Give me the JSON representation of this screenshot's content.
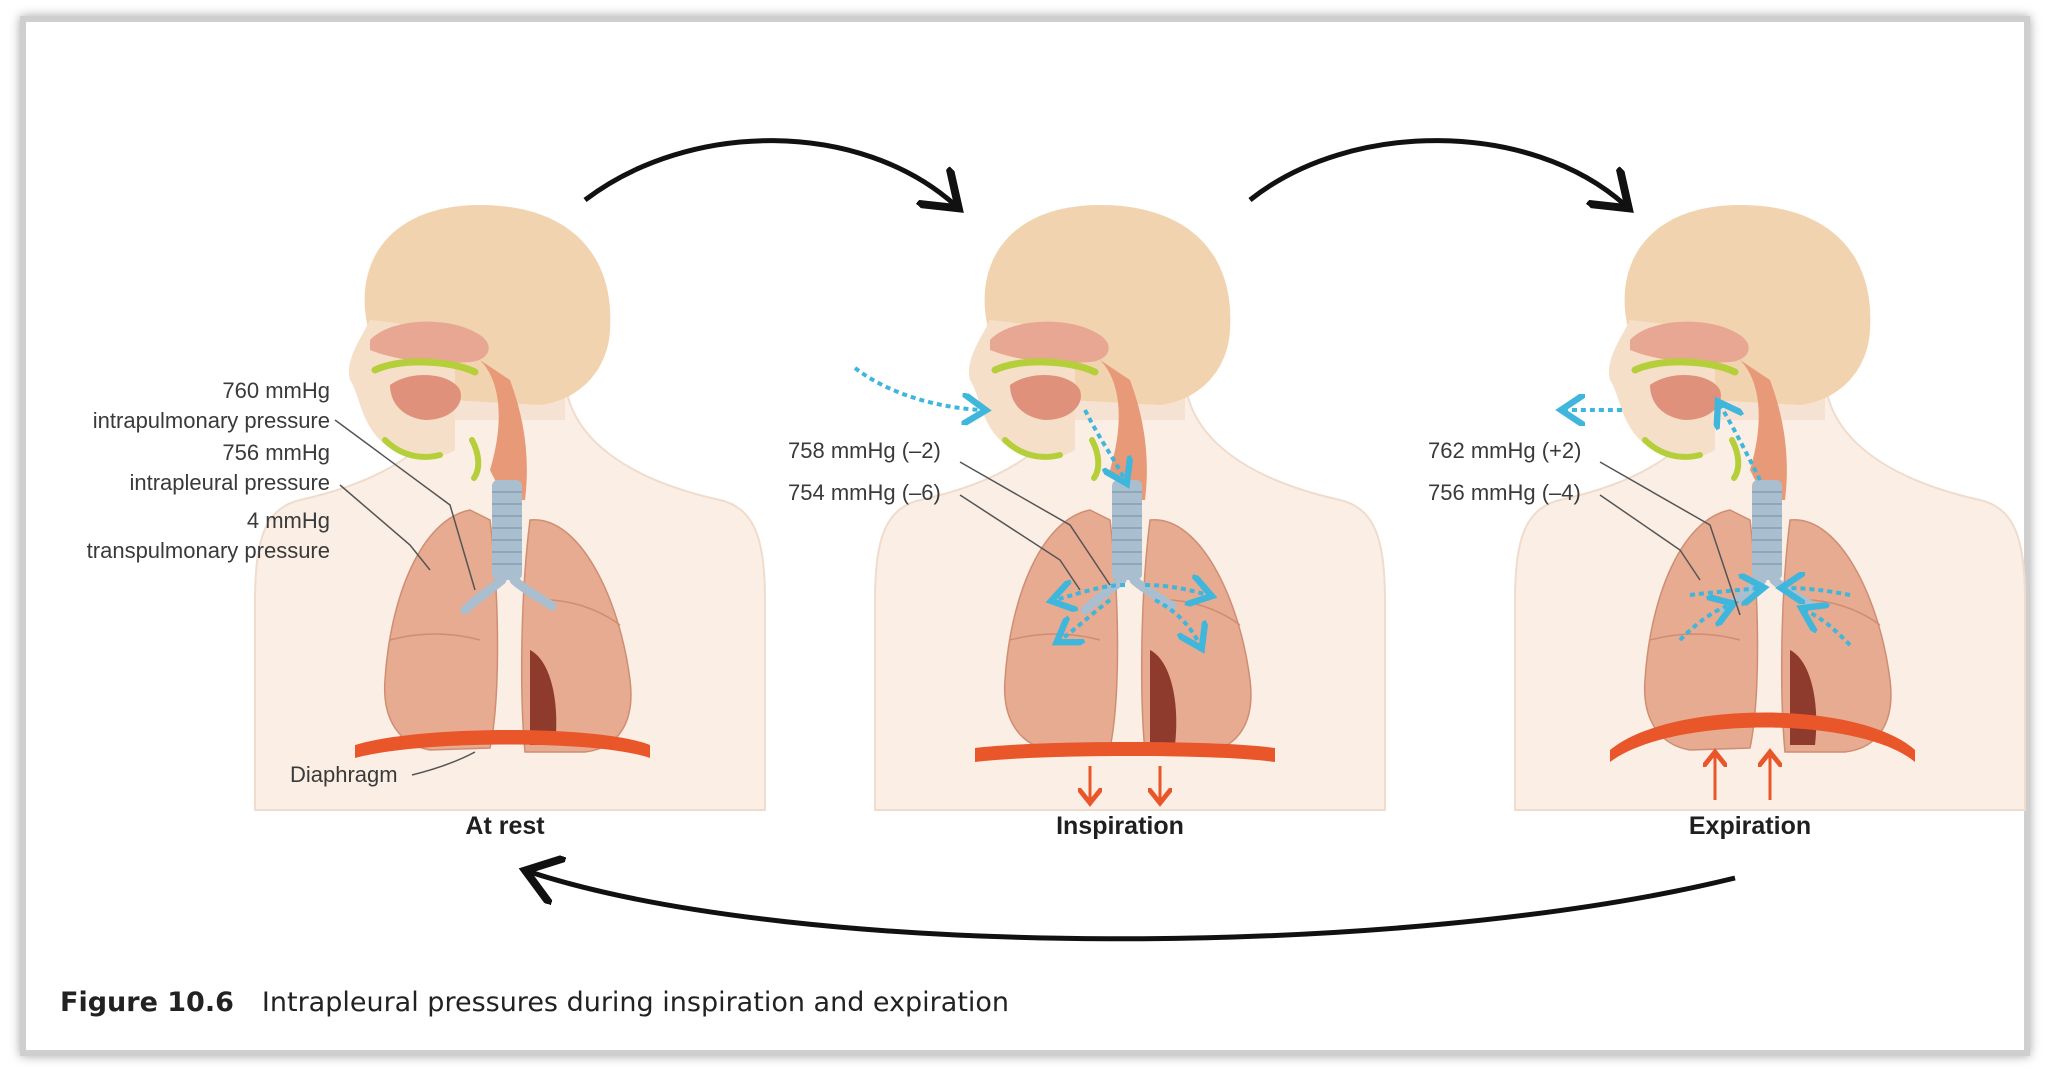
{
  "figure": {
    "number": "Figure 10.6",
    "caption": "Intrapleural pressures during inspiration and expiration"
  },
  "stages": [
    {
      "label": "At rest",
      "annotations": [
        {
          "value": "760 mmHg",
          "desc": "intrapulmonary pressure"
        },
        {
          "value": "756 mmHg",
          "desc": "intrapleural pressure"
        },
        {
          "value": "4 mmHg",
          "desc": "transpulmonary pressure"
        }
      ],
      "diaphragm_label": "Diaphragm"
    },
    {
      "label": "Inspiration",
      "annotations": [
        {
          "value": "758 mmHg (–2)"
        },
        {
          "value": "754 mmHg (–6)"
        }
      ]
    },
    {
      "label": "Expiration",
      "annotations": [
        {
          "value": "762 mmHg (+2)"
        },
        {
          "value": "756 mmHg (–4)"
        }
      ]
    }
  ],
  "colors": {
    "skin": "#f9ebe0",
    "head": "#f2d3b0",
    "lung": "#e3a68a",
    "lung_dark": "#8e3a2c",
    "diaphragm": "#e8562a",
    "trachea": "#a9bfcf",
    "airflow": "#3fb6dc",
    "cartilage": "#b5cf3a",
    "arrow": "#111111"
  }
}
